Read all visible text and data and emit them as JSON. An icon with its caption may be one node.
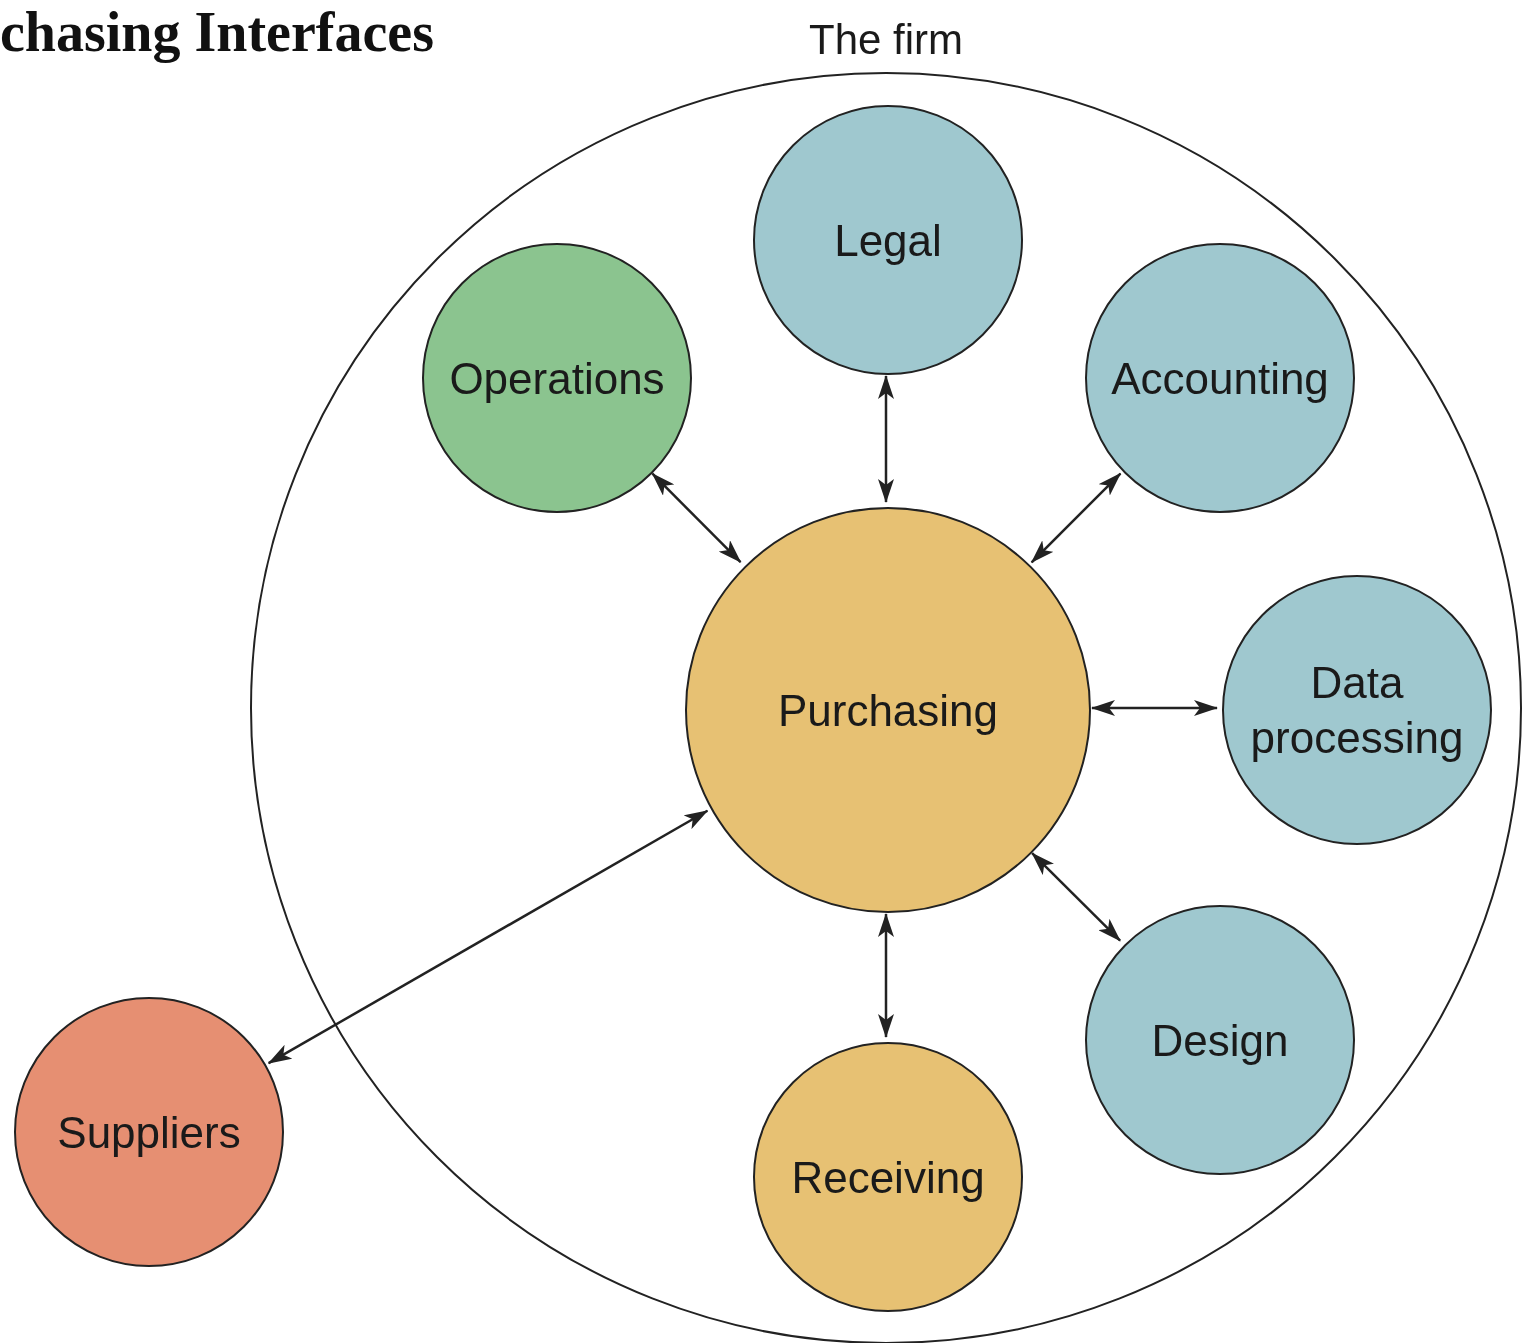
{
  "diagram": {
    "title": "chasing Interfaces",
    "nodes": [
      {
        "text": [
          "The firm"
        ]
      },
      {
        "text": [
          "Legal"
        ],
        "in": 0
      },
      {
        "text": [
          "Operations"
        ],
        "in": 0
      },
      {
        "text": [
          "Accounting"
        ],
        "in": 0
      },
      {
        "text": [
          "Purchasing"
        ],
        "in": 0
      },
      {
        "text": [
          "Data processing"
        ],
        "in": 0
      },
      {
        "text": [
          "Design"
        ],
        "in": 0
      },
      {
        "text": [
          "Receiving"
        ],
        "in": 0
      },
      {
        "text": [
          "Suppliers"
        ]
      }
    ],
    "edges": [
      {
        "from": 4,
        "to": 1,
        "arrow": "both"
      },
      {
        "from": 4,
        "to": 2,
        "arrow": "both"
      },
      {
        "from": 4,
        "to": 3,
        "arrow": "both"
      },
      {
        "from": 4,
        "to": 5,
        "arrow": "both"
      },
      {
        "from": 4,
        "to": 6,
        "arrow": "both"
      },
      {
        "from": 4,
        "to": 7,
        "arrow": "both"
      },
      {
        "from": 4,
        "to": 8,
        "arrow": "both"
      }
    ]
  }
}
